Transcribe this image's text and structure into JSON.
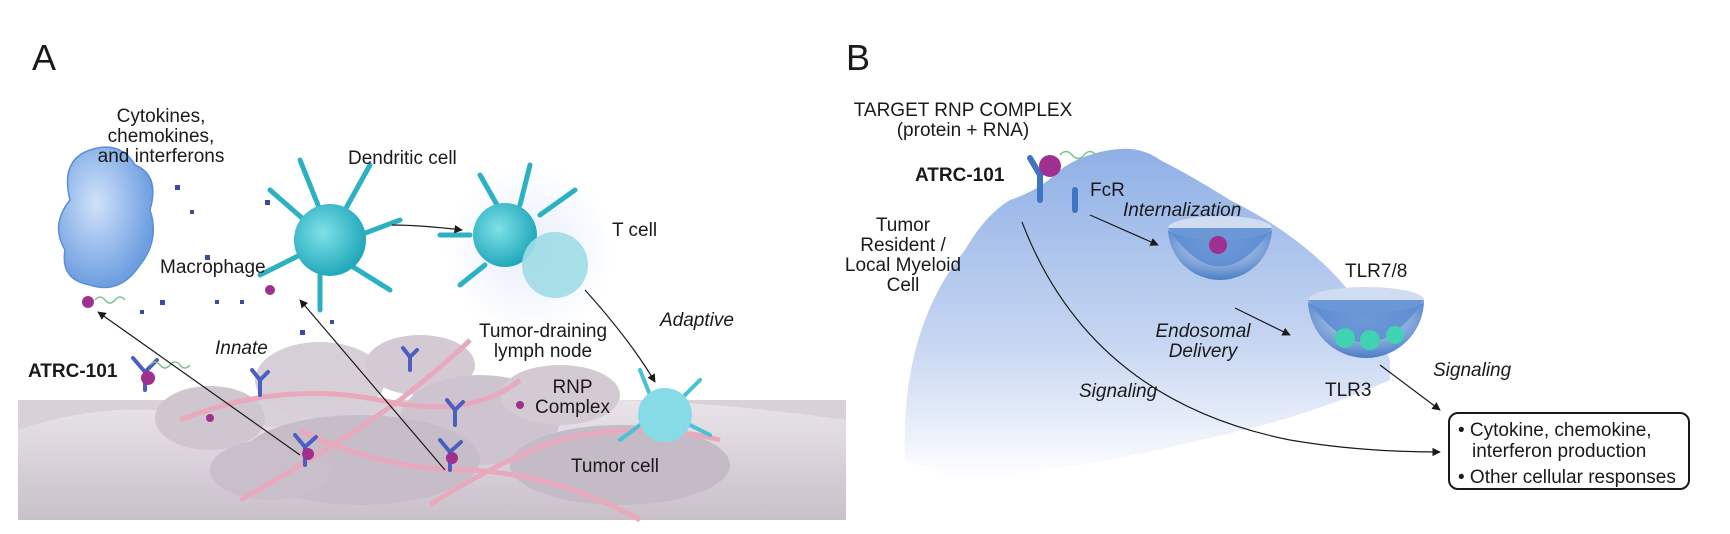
{
  "panel_a": {
    "letter": "A",
    "cytokines": [
      "Cytokines,",
      "chemokines,",
      "and interferons"
    ],
    "dendritic_cell": "Dendritic cell",
    "t_cell": "T cell",
    "macrophage": "Macrophage",
    "innate": "Innate",
    "adaptive": "Adaptive",
    "atrc": "ATRC-101",
    "lymph_node": [
      "Tumor-draining",
      "lymph node"
    ],
    "rnp": [
      "RNP",
      "Complex"
    ],
    "tumor_cell": "Tumor cell"
  },
  "panel_b": {
    "letter": "B",
    "target": [
      "TARGET RNP COMPLEX",
      "(protein + RNA)"
    ],
    "atrc": "ATRC-101",
    "fcr": "FcR",
    "internalization": "Internalization",
    "myeloid": [
      "Tumor",
      "Resident /",
      "Local Myeloid",
      "Cell"
    ],
    "tlr78": "TLR7/8",
    "endosomal": [
      "Endosomal",
      "Delivery"
    ],
    "signaling_right": "Signaling",
    "signaling_left": "Signaling",
    "tlr3": "TLR3",
    "outcomes": [
      "• Cytokine, chemokine,",
      "interferon production",
      "• Other cellular responses"
    ]
  }
}
